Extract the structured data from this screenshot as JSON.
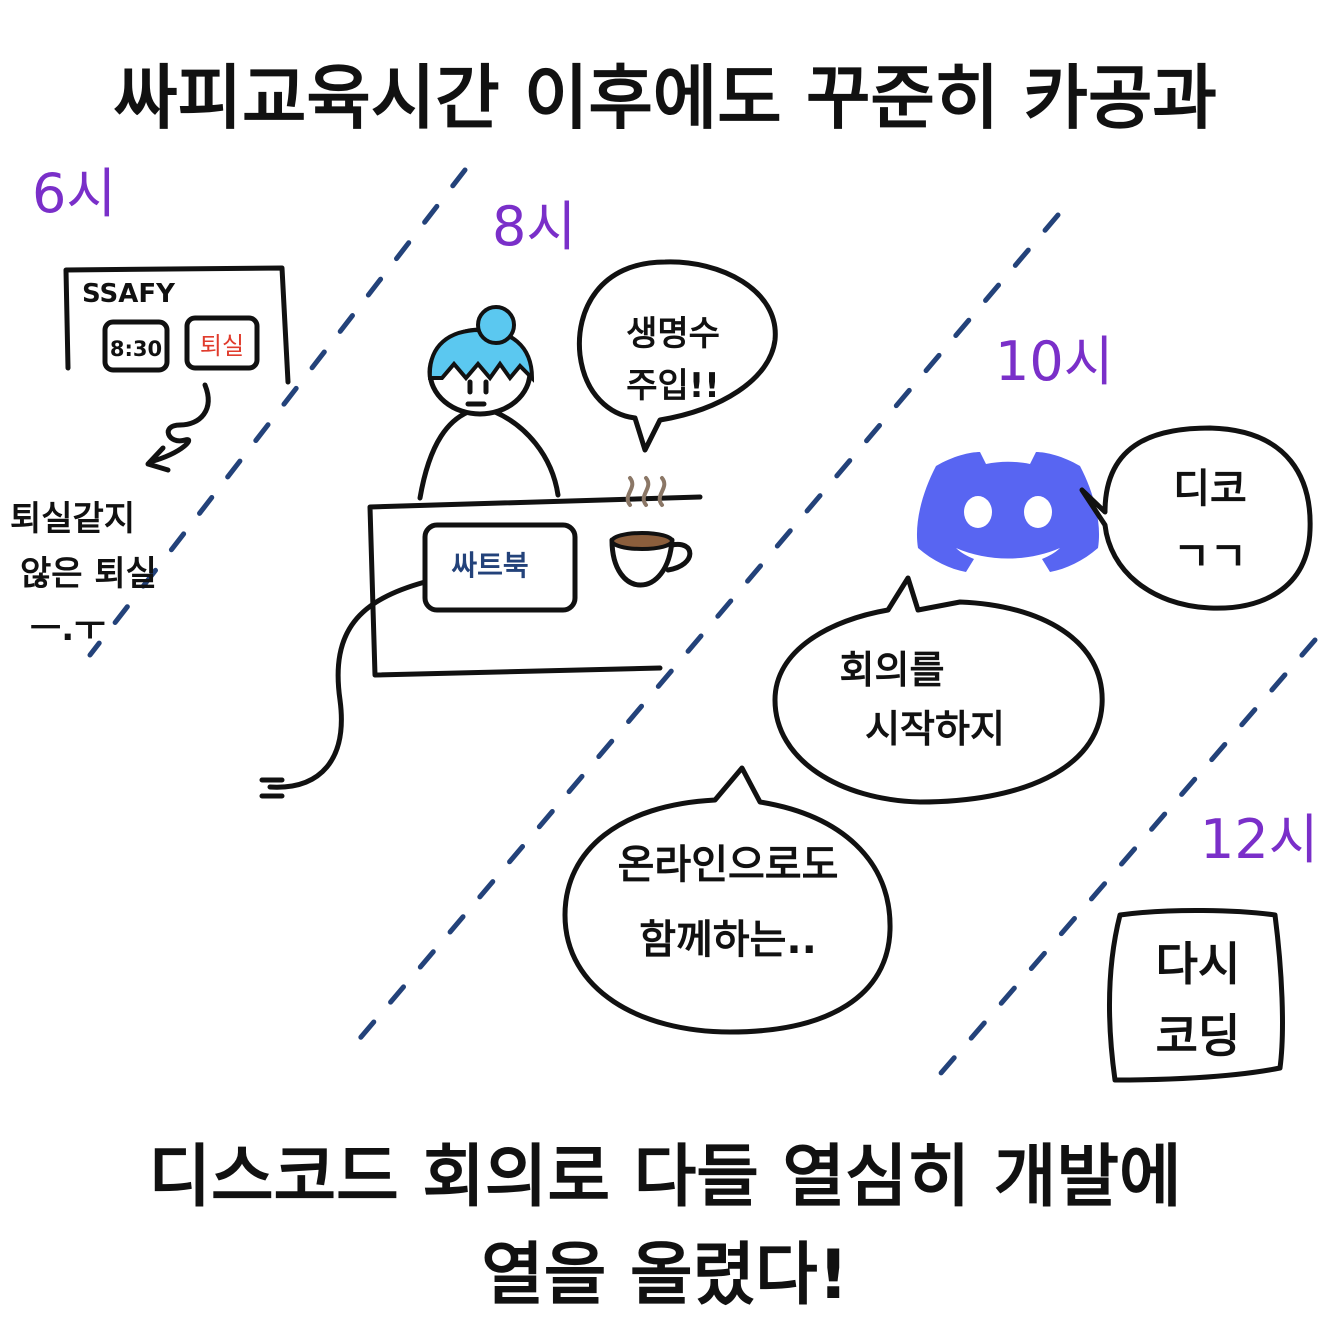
{
  "heading": "싸피교육시간 이후에도 꾸준히 카공과",
  "caption": {
    "line1": "디스코드 회의로 다들 열심히 개발에",
    "line2": "열을 올렸다!"
  },
  "times": {
    "six": "6시",
    "eight": "8시",
    "ten": "10시",
    "twelve": "12시"
  },
  "ssafy_board": {
    "label": "SSAFY",
    "time": "8:30",
    "leave": "퇴실"
  },
  "leave_note": {
    "line1": "퇴실같지",
    "line2": "않은 퇴실",
    "line3": "ㅡ.ㅜ"
  },
  "laptop_label": "싸트북",
  "bubbles": {
    "coffee": {
      "line1": "생명수",
      "line2": "주입!!"
    },
    "discord": {
      "line1": "디코",
      "line2": "ㄱㄱ"
    },
    "meeting": {
      "line1": "회의를",
      "line2": "시작하지"
    },
    "online": {
      "line1": "온라인으로도",
      "line2": "함께하는.."
    },
    "recode": {
      "line1": "다시",
      "line2": "코딩"
    }
  },
  "colors": {
    "time_purple": "#7a2fc9",
    "dash_blue": "#23427a",
    "hair_blue": "#5bc8f0",
    "discord": "#5865f2",
    "leave_red": "#e03b2c"
  },
  "icons": [
    "discord-icon",
    "coffee-cup-icon",
    "arrow-icon"
  ]
}
